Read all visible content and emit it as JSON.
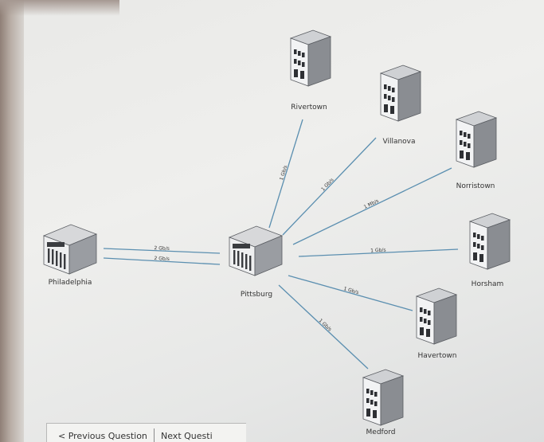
{
  "diagram": {
    "nodes": [
      {
        "id": "philadelphia",
        "label": "Philadelphia",
        "type": "datacenter"
      },
      {
        "id": "pittsburg",
        "label": "Pittsburg",
        "type": "datacenter"
      },
      {
        "id": "rivertown",
        "label": "Rivertown",
        "type": "building"
      },
      {
        "id": "villanova",
        "label": "Villanova",
        "type": "building"
      },
      {
        "id": "norristown",
        "label": "Norristown",
        "type": "building"
      },
      {
        "id": "horsham",
        "label": "Horsham",
        "type": "building"
      },
      {
        "id": "havertown",
        "label": "Havertown",
        "type": "building"
      },
      {
        "id": "medford",
        "label": "Medford",
        "type": "building"
      }
    ],
    "links": [
      {
        "from": "philadelphia",
        "to": "pittsburg",
        "label": "2 Gb/s"
      },
      {
        "from": "philadelphia",
        "to": "pittsburg",
        "label": "2 Gb/s"
      },
      {
        "from": "pittsburg",
        "to": "rivertown",
        "label": "1 Gb/s"
      },
      {
        "from": "pittsburg",
        "to": "villanova",
        "label": "1 Gb/s"
      },
      {
        "from": "pittsburg",
        "to": "norristown",
        "label": "1 Mb/s"
      },
      {
        "from": "pittsburg",
        "to": "horsham",
        "label": "1 Gb/s"
      },
      {
        "from": "pittsburg",
        "to": "havertown",
        "label": "1 Gb/s"
      },
      {
        "from": "pittsburg",
        "to": "medford",
        "label": "1 Gb/s"
      }
    ],
    "colors": {
      "link": "#5b8fb0",
      "building": "#8a8d92"
    }
  },
  "footer": {
    "prev_label": "< Previous Question",
    "next_label": "Next Questi"
  }
}
